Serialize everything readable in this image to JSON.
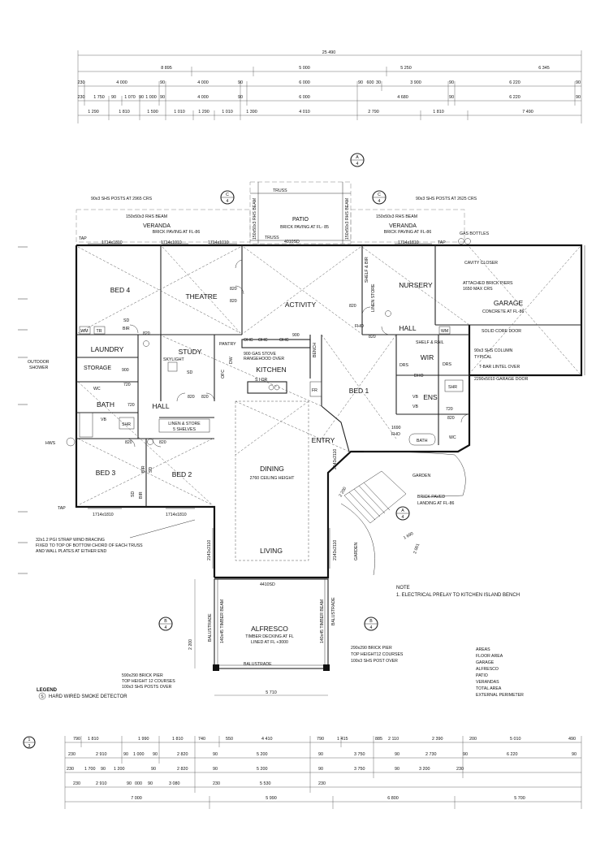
{
  "rooms": {
    "bed4": "BED 4",
    "theatre": "THEATRE",
    "activity": "ACTIVITY",
    "nursery": "NURSERY",
    "garage": "GARAGE",
    "laundry": "LAUNDRY",
    "study": "STUDY",
    "kitchen": "KITCHEN",
    "bed1": "BED 1",
    "wir": "WIR",
    "ens": "ENS",
    "hall_left": "HALL",
    "hall_right": "HALL",
    "storage": "STORAGE",
    "bath": "BATH",
    "bed3": "BED 3",
    "bed2": "BED 2",
    "entry": "ENTRY",
    "dining": "DINING",
    "dining_sub": "2760 CEILING HEIGHT",
    "living": "LIVING",
    "alfresco": "ALFRESCO",
    "alfresco_sub1": "TIMBER DECKING AT FL",
    "alfresco_sub2": "LINED AT FL +3000",
    "patio": "PATIO",
    "patio_sub": "BRICK PAVING AT FL- 85",
    "veranda_left": "VERANDA",
    "veranda_left_sub": "BRICK PAVING AT FL-86",
    "veranda_right": "VERANDA",
    "veranda_right_sub": "BRICK PAVING AT FL-86",
    "garden_right": "GARDEN",
    "garden_mid": "GARDEN"
  },
  "labels": {
    "wm": "WM",
    "tr": "TR",
    "sd1": "SD",
    "bir1": "BIR",
    "wc1": "WC",
    "vb1": "VB",
    "shr1": "SHR",
    "bir_bed2": "BIR",
    "sd_bed2": "SD",
    "sd_bed3": "SD",
    "bir_bed3": "BIR",
    "linen": "LINEN & STORE",
    "shelves": "5 SHELVES",
    "skylight": "SKYLIGHT",
    "sd_study": "SD",
    "pantry": "PANTRY",
    "ohc1": "OHC",
    "ohc2": "OHC",
    "ohc3": "OHC",
    "gasstove1": "900 GAS STOVE",
    "gasstove2": "RANGEHOOD OVER",
    "dw": "DW",
    "island": "S  I  DR",
    "bench": "BENCH",
    "fr": "FR",
    "ofc": "OFC",
    "shelf_bir_n": "SHELF & BIR",
    "linen_n": "LINEN STORE",
    "shelf_rail": "SHELF & RAIL",
    "drs1": "DRS",
    "drs2": "DRS",
    "vb2": "VB",
    "vb3": "VB",
    "shr2": "SHR",
    "wc2": "WC",
    "bath2": "BATH",
    "wm2": "WM",
    "fho_n": "FHO",
    "fho_bed1": "FHO",
    "dho_bed1": "DHO",
    "shs_left": "90x3 SHS POSTS AT 2965 CRS",
    "shs_right": "90x3 SHS POSTS AT 2625 CRS",
    "rhs_left": "150x50x3 RHS BEAM",
    "rhs_right": "150x50x3 RHS BEAM",
    "rhs_patio1": "150x50x3 RHS BEAM",
    "rhs_patio2": "150x50x3 RHS BEAM",
    "truss_top": "TRUSS",
    "truss_bottom": "TRUSS",
    "gas_bottles": "GAS BOTTLES",
    "tap1": "TAP",
    "tap2": "TAP",
    "tap3": "TAP",
    "cavity": "CAVITY CLOSER",
    "brick_piers1": "ATTACHED BRICK PIERS",
    "brick_piers2": "1650 MAX CRS",
    "concrete": "CONCRETE AT FL-86",
    "solid_core": "SOLID CORE DOOR",
    "shs_col1": "90x3 SHS COLUMN",
    "shs_col2": "TYPICAL",
    "tbar": "T-BAR LINTEL OVER",
    "garage_door": "2290x5010 GARAGE DOOR",
    "outdoor_shower1": "OUTDOOR",
    "outdoor_shower2": "SHOWER",
    "hws": "HWS",
    "strap1": "32x1.2 PGI STRAP WIND BRACING",
    "strap2": "FIXED TO TOP OF BOTTOM CHORD OF EACH TRUSS",
    "strap3": "AND WALL PLATES AT EITHER END",
    "balustrade1": "BALUSTRADE",
    "balustrade2": "BALUSTRADE",
    "balustrade3": "BALUSTRADE",
    "timber_beam1": "140x45 TIMBER BEAM",
    "timber_beam2": "140x45 TIMBER BEAM",
    "brick_paved1": "BRICK PAVED",
    "brick_paved2": "LANDING AT FL-86",
    "pier_r1": "290x290 BRICK PIER",
    "pier_r2": "TOP HEIGHT12 COURSES",
    "pier_r3": "100x3 SHS POST OVER",
    "pier_l1": "590x290 BRICK PIER",
    "pier_l2": "TOP HEIGHT 12 COURSES",
    "pier_l3": "100x3 SHS POSTS OVER",
    "note_title": "NOTE",
    "note_1": "1. ELECTRICAL PRELAY TO KITCHEN ISLAND BENCH",
    "legend_title": "LEGEND",
    "legend_smoke": "HARD WIRED SMOKE DETECTOR",
    "legend_symbol": "S"
  },
  "areas": {
    "title": "AREAS",
    "rows": [
      "FLOOR AREA",
      "GARAGE",
      "ALFRESCO",
      "PATIO",
      "VERANDAS",
      "TOTAL AREA",
      "EXTERNAL PERIMETER"
    ]
  },
  "sections": {
    "a_top": [
      "A",
      "4"
    ],
    "c_left": [
      "C",
      "4"
    ],
    "c_right": [
      "C",
      "4"
    ],
    "a_bottom": [
      "A",
      "4"
    ],
    "b_left": [
      "B",
      "4"
    ],
    "b_right": [
      "B",
      "4"
    ],
    "ref_left": [
      "1",
      "3"
    ]
  },
  "dims": {
    "top_overall": "25 490",
    "top_row2": [
      "8 895",
      "5 000",
      "5 250",
      "6 345"
    ],
    "top_row3": [
      "230",
      "4 000",
      "90",
      "4 000",
      "90",
      "6 000",
      "90",
      "600",
      "30",
      "3 900",
      "90",
      "6 220",
      "90"
    ],
    "top_row4": [
      "230",
      "1 750",
      "90",
      "1 070",
      "90",
      "1 000",
      "90",
      "4 000",
      "90",
      "6 000",
      "4 680",
      "90",
      "6 220",
      "90"
    ],
    "top_row5": [
      "1 290",
      "1 810",
      "1 590",
      "1 010",
      "1 290",
      "1 010",
      "1 390",
      "4 010",
      "2 790",
      "1 810",
      "7 490"
    ],
    "bot_row1": [
      "790",
      "1 810",
      "1 990",
      "1 810",
      "740",
      "550",
      "4 410",
      "790",
      "1 415",
      "885",
      "2 110",
      "2 390",
      "200",
      "5 010",
      "490"
    ],
    "bot_row2": [
      "230",
      "2 910",
      "90",
      "1 000",
      "90",
      "2 820",
      "90",
      "5 200",
      "90",
      "3 750",
      "90",
      "2 730",
      "90",
      "6 220",
      "90"
    ],
    "bot_row3": [
      "230",
      "1 700",
      "90",
      "1 200",
      "90",
      "2 820",
      "90",
      "5 200",
      "90",
      "3 750",
      "90",
      "3 200",
      "230"
    ],
    "bot_row4": [
      "230",
      "2 910",
      "90",
      "000",
      "90",
      "3 080",
      "230",
      "5 530",
      "230"
    ],
    "bot_row5": [
      "7 000",
      "5 990",
      "6 800",
      "5 700"
    ],
    "alfresco_width": "5 710",
    "alfresco_depth": "2 200",
    "sd4410": "4410SD",
    "sd4010": "4010SD",
    "w2143_l": "2143x2110",
    "w2143_r": "2143x2110",
    "w2143_e": "2143x2110",
    "win1714": "1714x1810",
    "win1714t": "1714x1010",
    "step_2200": "2 200",
    "step_1690": "1 690",
    "step_2001": "2 001"
  },
  "doors": [
    "820",
    "820",
    "820",
    "820",
    "820",
    "820",
    "820",
    "820",
    "820",
    "820",
    "720",
    "720",
    "720",
    "900",
    "900",
    "1690"
  ]
}
